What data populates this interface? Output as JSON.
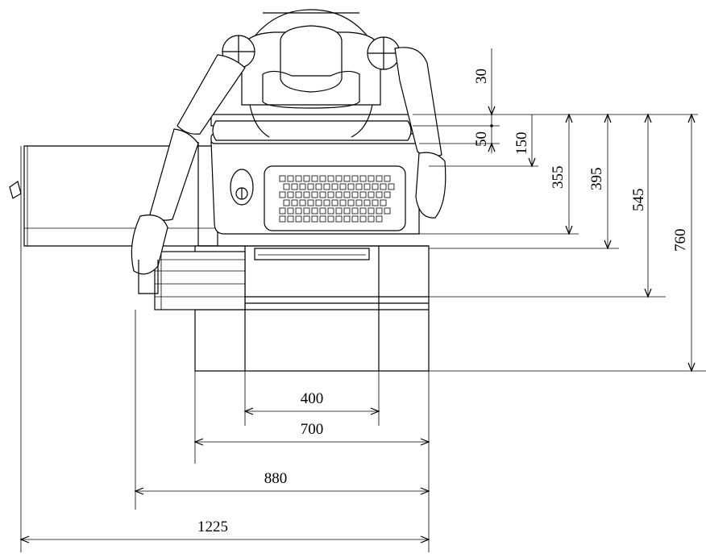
{
  "diagram": {
    "vertical_dimensions": [
      {
        "label": "30"
      },
      {
        "label": "50"
      },
      {
        "label": "150"
      },
      {
        "label": "355"
      },
      {
        "label": "395"
      },
      {
        "label": "545"
      },
      {
        "label": "760"
      }
    ],
    "horizontal_dimensions": [
      {
        "label": "400"
      },
      {
        "label": "700"
      },
      {
        "label": "880"
      },
      {
        "label": "1225"
      }
    ]
  }
}
